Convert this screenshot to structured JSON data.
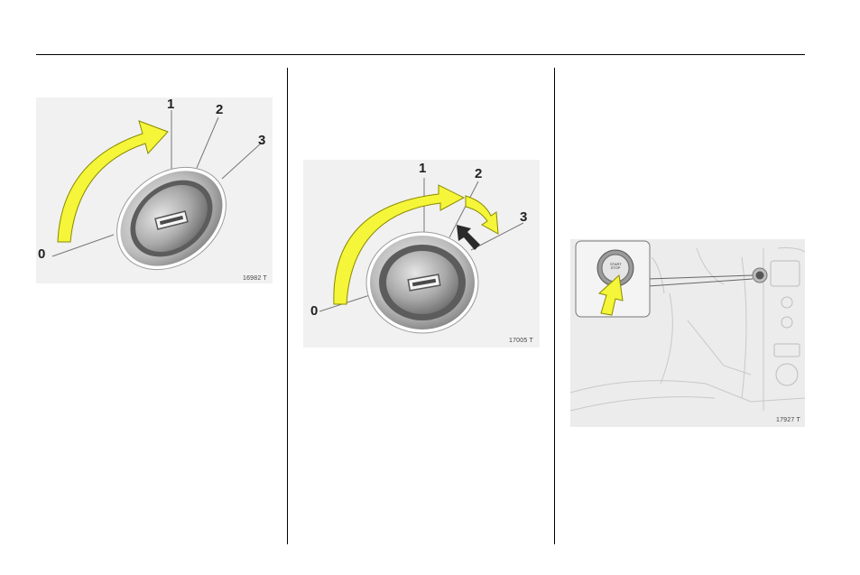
{
  "figures": [
    {
      "code": "16982 T",
      "positions": [
        "0",
        "1",
        "2",
        "3"
      ]
    },
    {
      "code": "17005 T",
      "positions": [
        "0",
        "1",
        "2",
        "3"
      ]
    },
    {
      "code": "17927 T",
      "button_text": [
        "START",
        "STOP"
      ]
    }
  ],
  "colors": {
    "arrow_yellow": "#f5f53a",
    "arrow_outline": "#8a8a00",
    "knob_dark": "#6b6b6b",
    "knob_light": "#d8d8d8",
    "figure_bg": "#f1f1f1",
    "return_arrow": "#2a2a2a"
  }
}
